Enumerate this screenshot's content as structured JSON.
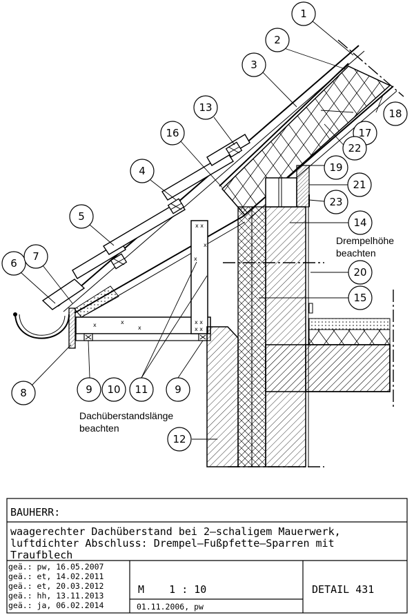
{
  "labels": {
    "1": "1",
    "2": "2",
    "3": "3",
    "4": "4",
    "5": "5",
    "6": "6",
    "7": "7",
    "8": "8",
    "9": "9",
    "10": "10",
    "11": "11",
    "12": "12",
    "13": "13",
    "14": "14",
    "15": "15",
    "16": "16",
    "17": "17",
    "18": "18",
    "19": "19",
    "20": "20",
    "21": "21",
    "22": "22",
    "23": "23"
  },
  "notes": {
    "drempel_line1": "Drempelhöhe",
    "drempel_line2": "beachten",
    "ueberstand_line1": "Dachüberstandslänge",
    "ueberstand_line2": "beachten"
  },
  "title_block": {
    "bauherr": "BAUHERR:",
    "description_line1": "waagerechter Dachüberstand bei 2–schaligem Mauerwerk,",
    "description_line2": "luftdichter Abschluss: Drempel–Fußpfette–Sparren mit",
    "description_line3": "Traufblech",
    "revisions": [
      "geä.: pw, 16.05.2007",
      "geä.: et, 14.02.2011",
      "geä.: et, 20.03.2012",
      "geä.: hh, 13.11.2013",
      "geä.: ja, 06.02.2014"
    ],
    "scale": "M    1 : 10",
    "created": "01.11.2006, pw",
    "detail": "DETAIL 431"
  }
}
